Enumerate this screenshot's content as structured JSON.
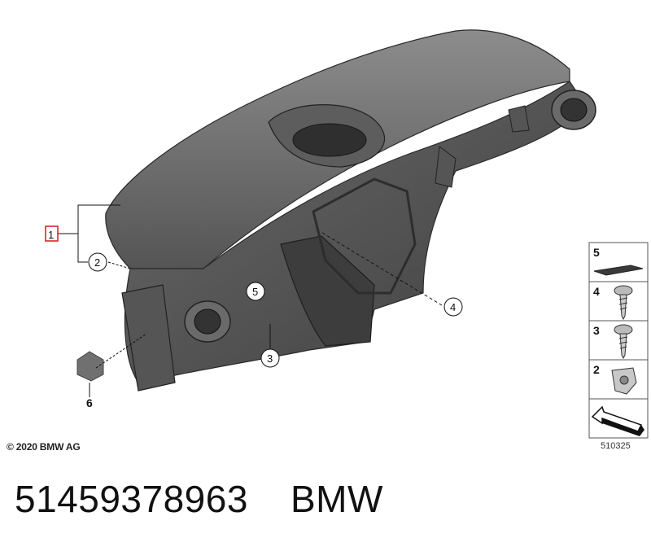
{
  "callouts": {
    "c1": "1",
    "c2": "2",
    "c3": "3",
    "c4": "4",
    "c5": "5",
    "c6": "6"
  },
  "legend": {
    "items": [
      {
        "number": "5",
        "icon": "foam-pad-icon"
      },
      {
        "number": "4",
        "icon": "self-tapping-screw-icon"
      },
      {
        "number": "3",
        "icon": "self-tapping-screw-icon"
      },
      {
        "number": "2",
        "icon": "clip-nut-icon"
      },
      {
        "number": "",
        "icon": "arrow-pointer-icon"
      }
    ]
  },
  "footer": {
    "copyright": "© 2020 BMW AG",
    "drawing_number": "510325"
  },
  "caption": {
    "part_number": "51459378963",
    "brand": "BMW"
  },
  "colors": {
    "dashboard_dark": "#4a4a4a",
    "dashboard_mid": "#6e6e6e",
    "dashboard_light": "#9a9a9a",
    "highlight_red": "#e0141b"
  }
}
